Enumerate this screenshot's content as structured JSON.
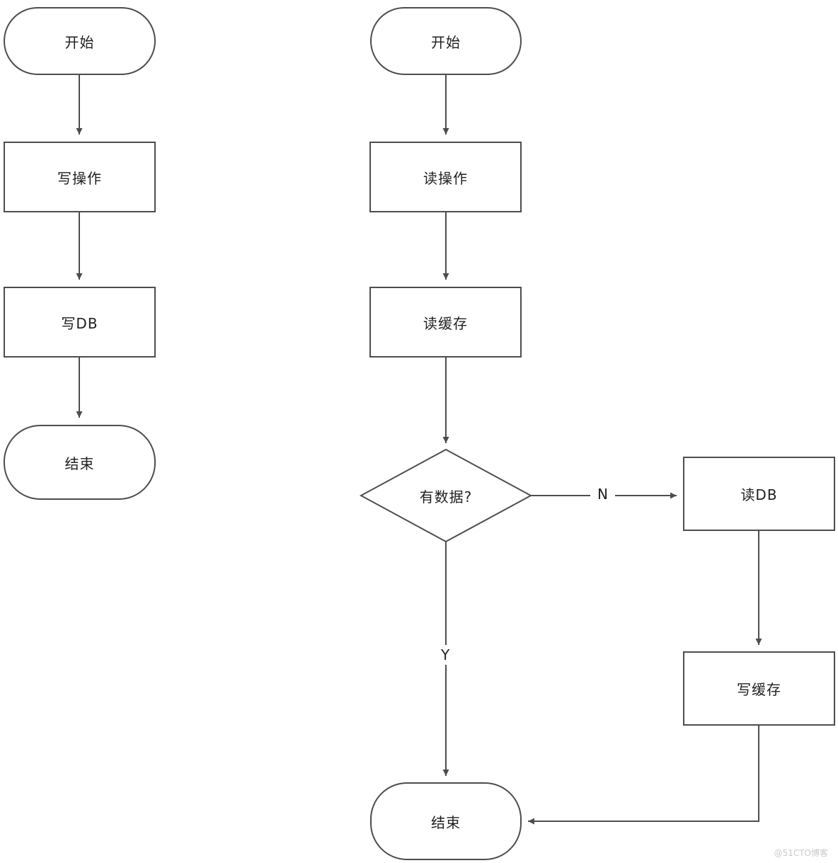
{
  "nodes": {
    "l_start": {
      "label": "开始"
    },
    "l_write_op": {
      "label": "写操作"
    },
    "l_write_db": {
      "label": "写DB"
    },
    "l_end": {
      "label": "结束"
    },
    "r_start": {
      "label": "开始"
    },
    "r_read_op": {
      "label": "读操作"
    },
    "r_read_cache": {
      "label": "读缓存"
    },
    "r_has_data": {
      "label": "有数据?"
    },
    "r_read_db": {
      "label": "读DB"
    },
    "r_write_cache": {
      "label": "写缓存"
    },
    "r_end": {
      "label": "结束"
    }
  },
  "edge_labels": {
    "no": "N",
    "yes": "Y"
  },
  "watermark": "@51CTO博客",
  "colors": {
    "stroke": "#4d4d4d",
    "text": "#1f1f1f",
    "background": "#ffffff",
    "watermark": "#c9c9c9"
  }
}
